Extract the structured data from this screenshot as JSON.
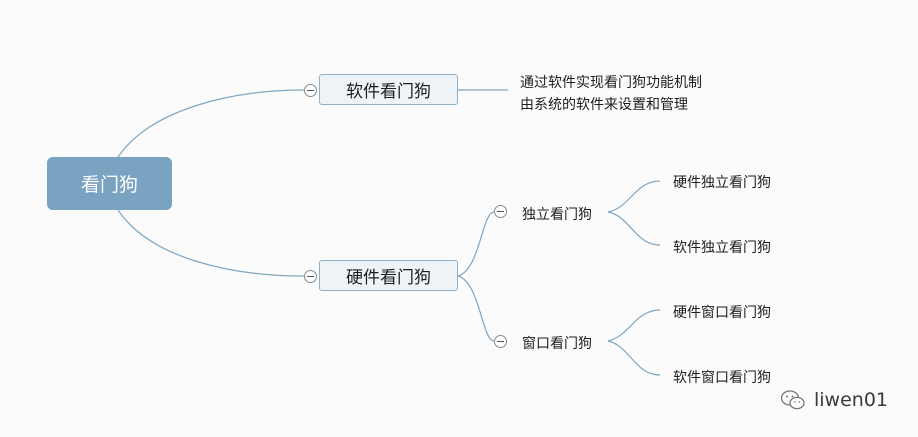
{
  "mindmap": {
    "root": {
      "label": "看门狗"
    },
    "branches": [
      {
        "label": "软件看门狗",
        "note_lines": [
          "通过软件实现看门狗功能机制",
          "由系统的软件来设置和管理"
        ]
      },
      {
        "label": "硬件看门狗",
        "children": [
          {
            "label": "独立看门狗",
            "leaves": [
              "硬件独立看门狗",
              "软件独立看门狗"
            ]
          },
          {
            "label": "窗口看门狗",
            "leaves": [
              "硬件窗口看门狗",
              "软件窗口看门狗"
            ]
          }
        ]
      }
    ]
  },
  "watermark": {
    "text": "liwen01",
    "icon": "wechat-icon"
  },
  "colors": {
    "root_fill": "#7aa2c1",
    "main_fill": "#eef3f7",
    "main_border": "#8fb0c8",
    "connector": "#7fa6c2",
    "background": "#fbfbfb"
  }
}
